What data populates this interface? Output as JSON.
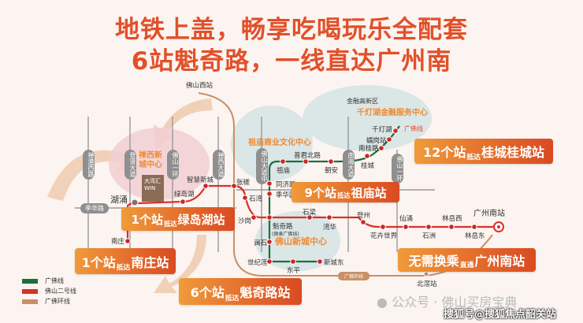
{
  "header": {
    "line1": "地铁上盖，畅享吃喝玩乐全配套",
    "line2": "6站魁奇路，一线直达广州南"
  },
  "districts": {
    "chanxi": "禅西新城中心",
    "zumiao": "祖庙商业文化中心",
    "qiandenghu_top": "金融高新区",
    "qiandenghu": "千灯湖金融服务中心",
    "xincheng": "佛山新城中心"
  },
  "project": {
    "name": "大湾汇",
    "sub": "WIN"
  },
  "roads": [
    "禅港西路",
    "登贤大道",
    "佛山一环",
    "禅西大道",
    "佛山大道中",
    "南海大道",
    "佛山一环",
    "季华路"
  ],
  "stations": {
    "foshanxi": "佛山西站",
    "huyong": "湖涌",
    "lvdaohu": "绿岛湖",
    "zhihui": "智慧新城",
    "zhangcha": "张槎",
    "shiwan": "石湾",
    "shagang": "沙岗",
    "nanzhuang": "南庄",
    "kuiqi": "魁奇路",
    "kuiqi_note": "(换乘广佛线)",
    "shiliang": "石梁",
    "wanhua": "湾华",
    "dengzhou": "登州",
    "huahui": "花卉世界",
    "xianyong": "仙涌",
    "shizhou": "石洲",
    "linyuexi": "林岳西",
    "linyuedong": "林岳东",
    "gznan": "广州南站",
    "beijiao": "北滘站",
    "zumiao": "祖庙",
    "pujun": "普君北路",
    "chaoan": "朝安",
    "guicheng": "桂城",
    "nangui": "南桂路",
    "leigang": "蠕岗站",
    "qiandenghu": "千灯湖",
    "tongji": "同济路",
    "jihuayuan": "季华园",
    "lanshi": "澜石",
    "shijilian": "世纪莲",
    "dongping": "东平",
    "xinchengdong": "新城东"
  },
  "line_tags": {
    "guangfo": "广佛线",
    "loop": "广佛环线"
  },
  "banners": [
    {
      "a": "1个站",
      "b": "抵达",
      "c": "绿岛湖站"
    },
    {
      "a": "1个站",
      "b": "抵达",
      "c": "南庄站"
    },
    {
      "a": "6个站",
      "b": "抵达",
      "c": "魁奇路站"
    },
    {
      "a": "9个站",
      "b": "抵达",
      "c": "祖庙站"
    },
    {
      "a": "12个站",
      "b": "抵达",
      "c": "桂城桂城站"
    },
    {
      "a": "无需换乘",
      "b": "直通",
      "c": "广州南站"
    }
  ],
  "legend": [
    {
      "label": "广佛线",
      "color": "#1e6e3c"
    },
    {
      "label": "佛山二号线",
      "color": "#d9302a"
    },
    {
      "label": "广佛环线",
      "color": "#c98f66"
    }
  ],
  "watermark": {
    "wechat": "公众号 · 佛山买房宝典",
    "sohu": "搜狐号@搜狐焦点韶关站"
  }
}
